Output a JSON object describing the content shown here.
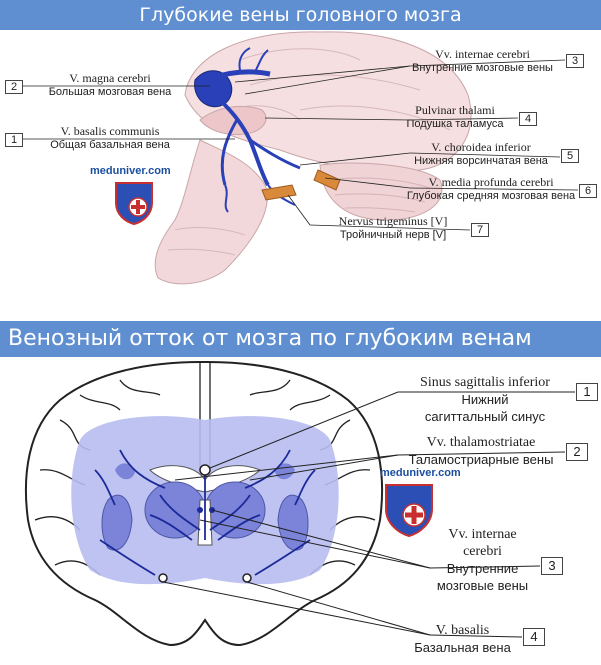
{
  "top_title": "Глубокие вены головного мозга",
  "bottom_title": "Венозный отток от мозга по глубоким венам",
  "watermark": "meduniver.com",
  "top_labels": [
    {
      "num": "1",
      "latin": "V. basalis communis",
      "ru": "Общая базальная вена"
    },
    {
      "num": "2",
      "latin": "V. magna cerebri",
      "ru": "Большая мозговая вена"
    },
    {
      "num": "3",
      "latin": "Vv. internae cerebri",
      "ru": "Внутренние мозговые вены"
    },
    {
      "num": "4",
      "latin": "Pulvinar thalami",
      "ru": "Подушка таламуса"
    },
    {
      "num": "5",
      "latin": "V. choroidea inferior",
      "ru": "Нижняя ворсинчатая вена"
    },
    {
      "num": "6",
      "latin": "V. media profunda cerebri",
      "ru": "Глубокая средняя мозговая вена"
    },
    {
      "num": "7",
      "latin": "Nervus trigeminus [V]",
      "ru": "Тройничный нерв [V]"
    }
  ],
  "bottom_labels": [
    {
      "num": "1",
      "latin": "Sinus sagittalis inferior",
      "ru": "Нижний сагиттальный синус"
    },
    {
      "num": "2",
      "latin": "Vv. thalamostriatae",
      "ru": "Таламостриарные вены"
    },
    {
      "num": "3",
      "latin": "Vv. internae cerebri",
      "ru": "Внутренние мозговые вены"
    },
    {
      "num": "4",
      "latin": "V. basalis",
      "ru": "Базальная вена"
    }
  ]
}
